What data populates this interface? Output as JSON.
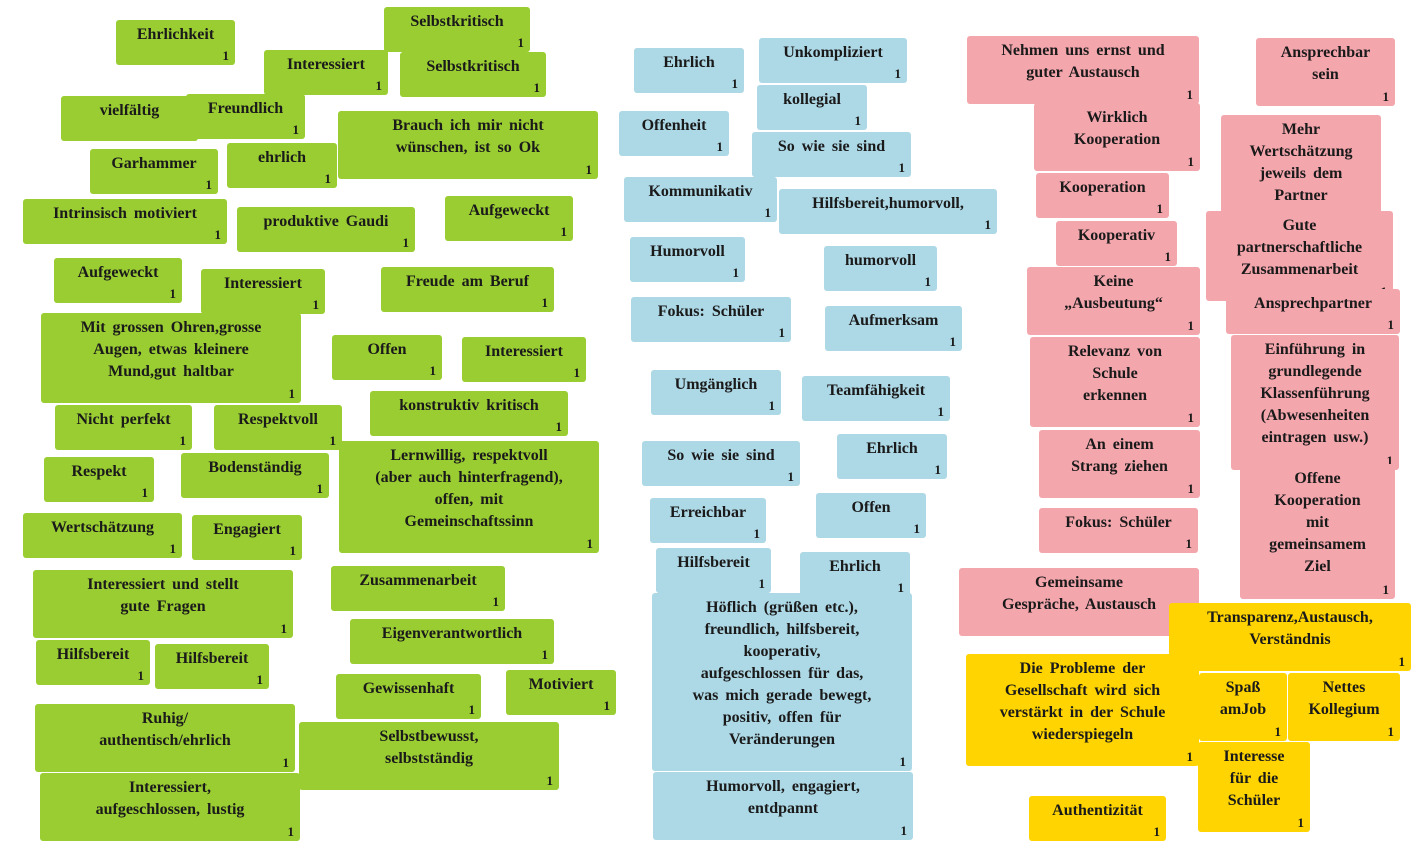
{
  "colors": {
    "green": "#9acd32",
    "blue": "#add8e6",
    "red": "#f4a6ad",
    "yellow": "#ffd400"
  },
  "cards": [
    {
      "text": "Ehrlichkeit",
      "count": "1",
      "color": "green"
    },
    {
      "text": "Selbstkritisch",
      "count": "1",
      "color": "green"
    },
    {
      "text": "Interessiert",
      "count": "1",
      "color": "green"
    },
    {
      "text": "Selbstkritisch",
      "count": "1",
      "color": "green"
    },
    {
      "text": "vielfältig",
      "count": "1",
      "color": "green"
    },
    {
      "text": "Freundlich",
      "count": "1",
      "color": "green"
    },
    {
      "text": "Brauch ich mir nicht\nwünschen, ist so Ok",
      "count": "1",
      "color": "green"
    },
    {
      "text": "Garhammer",
      "count": "1",
      "color": "green"
    },
    {
      "text": "ehrlich",
      "count": "1",
      "color": "green"
    },
    {
      "text": "Intrinsisch motiviert",
      "count": "1",
      "color": "green"
    },
    {
      "text": "produktive Gaudi",
      "count": "1",
      "color": "green"
    },
    {
      "text": "Aufgeweckt",
      "count": "1",
      "color": "green"
    },
    {
      "text": "Aufgeweckt",
      "count": "1",
      "color": "green"
    },
    {
      "text": "Interessiert",
      "count": "1",
      "color": "green"
    },
    {
      "text": "Freude am Beruf",
      "count": "1",
      "color": "green"
    },
    {
      "text": "Mit grossen Ohren,grosse\nAugen, etwas kleinere\nMund,gut haltbar",
      "count": "1",
      "color": "green"
    },
    {
      "text": "Offen",
      "count": "1",
      "color": "green"
    },
    {
      "text": "Interessiert",
      "count": "1",
      "color": "green"
    },
    {
      "text": "Nicht perfekt",
      "count": "1",
      "color": "green"
    },
    {
      "text": "Respektvoll",
      "count": "1",
      "color": "green"
    },
    {
      "text": "konstruktiv kritisch",
      "count": "1",
      "color": "green"
    },
    {
      "text": "Respekt",
      "count": "1",
      "color": "green"
    },
    {
      "text": "Bodenständig",
      "count": "1",
      "color": "green"
    },
    {
      "text": "Lernwillig, respektvoll\n(aber auch hinterfragend),\noffen, mit\nGemeinschaftssinn",
      "count": "1",
      "color": "green"
    },
    {
      "text": "Wertschätzung",
      "count": "1",
      "color": "green"
    },
    {
      "text": "Engagiert",
      "count": "1",
      "color": "green"
    },
    {
      "text": "Interessiert und stellt\ngute Fragen",
      "count": "1",
      "color": "green"
    },
    {
      "text": "Zusammenarbeit",
      "count": "1",
      "color": "green"
    },
    {
      "text": "Eigenverantwortlich",
      "count": "1",
      "color": "green"
    },
    {
      "text": "Hilfsbereit",
      "count": "1",
      "color": "green"
    },
    {
      "text": "Hilfsbereit",
      "count": "1",
      "color": "green"
    },
    {
      "text": "Gewissenhaft",
      "count": "1",
      "color": "green"
    },
    {
      "text": "Motiviert",
      "count": "1",
      "color": "green"
    },
    {
      "text": "Ruhig/\nauthentisch/ehrlich",
      "count": "1",
      "color": "green"
    },
    {
      "text": "Selbstbewusst,\nselbstständig",
      "count": "1",
      "color": "green"
    },
    {
      "text": "Interessiert,\naufgeschlossen, lustig",
      "count": "1",
      "color": "green"
    },
    {
      "text": "Ehrlich",
      "count": "1",
      "color": "blue"
    },
    {
      "text": "Unkompliziert",
      "count": "1",
      "color": "blue"
    },
    {
      "text": "kollegial",
      "count": "1",
      "color": "blue"
    },
    {
      "text": "Offenheit",
      "count": "1",
      "color": "blue"
    },
    {
      "text": "So wie sie sind",
      "count": "1",
      "color": "blue"
    },
    {
      "text": "Kommunikativ",
      "count": "1",
      "color": "blue"
    },
    {
      "text": "Hilfsbereit,humorvoll,",
      "count": "1",
      "color": "blue"
    },
    {
      "text": "Humorvoll",
      "count": "1",
      "color": "blue"
    },
    {
      "text": "humorvoll",
      "count": "1",
      "color": "blue"
    },
    {
      "text": "Fokus: Schüler",
      "count": "1",
      "color": "blue"
    },
    {
      "text": "Aufmerksam",
      "count": "1",
      "color": "blue"
    },
    {
      "text": "Umgänglich",
      "count": "1",
      "color": "blue"
    },
    {
      "text": "Teamfähigkeit",
      "count": "1",
      "color": "blue"
    },
    {
      "text": "So wie sie sind",
      "count": "1",
      "color": "blue"
    },
    {
      "text": "Ehrlich",
      "count": "1",
      "color": "blue"
    },
    {
      "text": "Erreichbar",
      "count": "1",
      "color": "blue"
    },
    {
      "text": "Offen",
      "count": "1",
      "color": "blue"
    },
    {
      "text": "Hilfsbereit",
      "count": "1",
      "color": "blue"
    },
    {
      "text": "Ehrlich",
      "count": "1",
      "color": "blue"
    },
    {
      "text": "Höflich (grüßen etc.),\nfreundlich, hilfsbereit,\nkooperativ,\naufgeschlossen für das,\nwas mich gerade bewegt,\npositiv, offen für\nVeränderungen",
      "count": "1",
      "color": "blue"
    },
    {
      "text": "Humorvoll, engagiert,\nentdpannt",
      "count": "1",
      "color": "blue"
    },
    {
      "text": "Nehmen uns ernst und\nguter Austausch",
      "count": "1",
      "color": "red"
    },
    {
      "text": "Ansprechbar\nsein",
      "count": "1",
      "color": "red"
    },
    {
      "text": "Wirklich\nKooperation",
      "count": "1",
      "color": "red"
    },
    {
      "text": "Mehr\nWertschätzung\njeweils dem\nPartner",
      "count": "1",
      "color": "red"
    },
    {
      "text": "Kooperation",
      "count": "1",
      "color": "red"
    },
    {
      "text": "Gute\npartnerschaftliche\nZusammenarbeit",
      "count": "1",
      "color": "red"
    },
    {
      "text": "Kooperativ",
      "count": "1",
      "color": "red"
    },
    {
      "text": "Keine\n„Ausbeutung“",
      "count": "1",
      "color": "red"
    },
    {
      "text": "Ansprechpartner",
      "count": "1",
      "color": "red"
    },
    {
      "text": "Relevanz von\nSchule\nerkennen",
      "count": "1",
      "color": "red"
    },
    {
      "text": "Einführung in\ngrundlegende\nKlassenführung\n(Abwesenheiten\neintragen usw.)",
      "count": "1",
      "color": "red"
    },
    {
      "text": "An einem\nStrang ziehen",
      "count": "1",
      "color": "red"
    },
    {
      "text": "Offene\nKooperation\nmit\ngemeinsamem\nZiel",
      "count": "1",
      "color": "red"
    },
    {
      "text": "Fokus: Schüler",
      "count": "1",
      "color": "red"
    },
    {
      "text": "Gemeinsame\nGespräche, Austausch",
      "count": "",
      "color": "red"
    },
    {
      "text": "Transparenz,Austausch,\nVerständnis",
      "count": "1",
      "color": "yellow"
    },
    {
      "text": "Die Probleme der\nGesellschaft wird sich\nverstärkt in der Schule\nwiederspiegeln",
      "count": "1",
      "color": "yellow"
    },
    {
      "text": "Spaß\namJob",
      "count": "1",
      "color": "yellow"
    },
    {
      "text": "Nettes\nKollegium",
      "count": "1",
      "color": "yellow"
    },
    {
      "text": "Interesse\nfür die\nSchüler",
      "count": "1",
      "color": "yellow"
    },
    {
      "text": "Authentizität",
      "count": "1",
      "color": "yellow"
    }
  ]
}
